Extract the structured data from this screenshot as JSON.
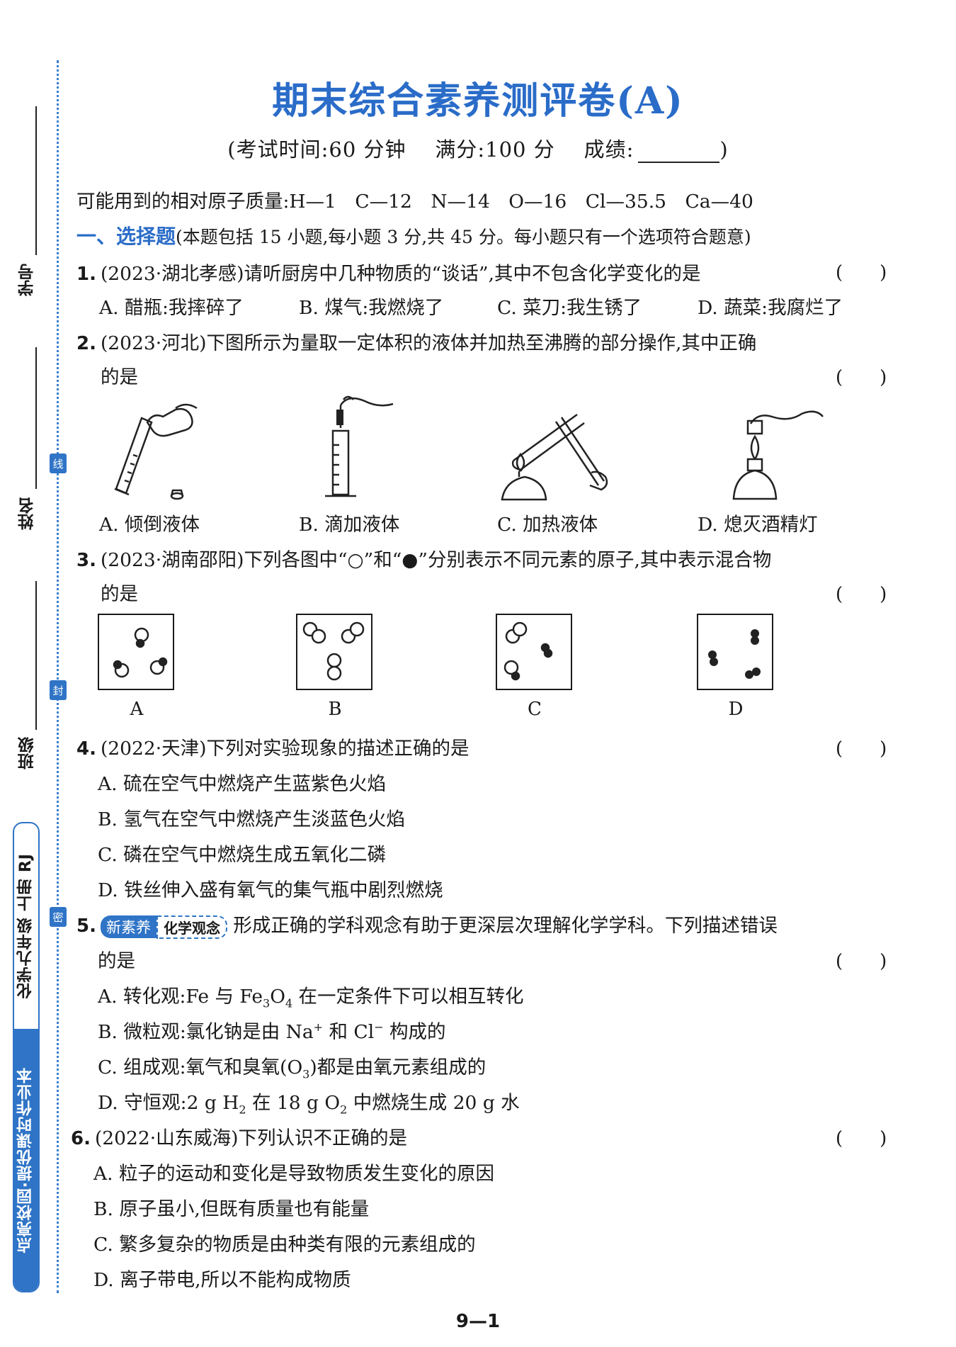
{
  "title": "期末综合素养测评卷(A)",
  "subtitle": {
    "time": "(考试时间:60 分钟",
    "score": "满分:100 分",
    "grade": "成绩:",
    "close": ")"
  },
  "atomic_mass": "可能用到的相对原子质量:H—1　C—12　N—14　O—16　Cl—35.5　Ca—40",
  "section1": {
    "title": "一、选择题",
    "note": "(本题包括 15 小题,每小题 3 分,共 45 分。每小题只有一个选项符合题意)"
  },
  "side": {
    "xuehao": "学号",
    "xingming": "姓名",
    "banji": "班级",
    "xian": "线",
    "feng": "封",
    "mi": "密",
    "spine_top": "化学九年级 上册 RJ",
    "spine_bottom": "点亮校园·提优课时作业本"
  },
  "answer_paren": "(　　)",
  "q1": {
    "num": "1.",
    "stem": "(2023·湖北孝感)请听厨房中几种物质的“谈话”,其中不包含化学变化的是",
    "A": "A. 醋瓶:我摔碎了",
    "B": "B. 煤气:我燃烧了",
    "C": "C. 菜刀:我生锈了",
    "D": "D. 蔬菜:我腐烂了"
  },
  "q2": {
    "num": "2.",
    "stem1": "(2023·河北)下图所示为量取一定体积的液体并加热至沸腾的部分操作,其中正确",
    "stem2": "的是",
    "A": "A. 倾倒液体",
    "B": "B. 滴加液体",
    "C": "C. 加热液体",
    "D": "D. 熄灭酒精灯"
  },
  "q3": {
    "num": "3.",
    "stem1": "(2023·湖南邵阳)下列各图中“○”和“●”分别表示不同元素的原子,其中表示混合物",
    "stem2": "的是",
    "A": "A",
    "B": "B",
    "C": "C",
    "D": "D"
  },
  "q4": {
    "num": "4.",
    "stem": "(2022·天津)下列对实验现象的描述正确的是",
    "A": "A. 硫在空气中燃烧产生蓝紫色火焰",
    "B": "B. 氢气在空气中燃烧产生淡蓝色火焰",
    "C": "C. 磷在空气中燃烧生成五氧化二磷",
    "D": "D. 铁丝伸入盛有氧气的集气瓶中剧烈燃烧"
  },
  "q5": {
    "num": "5.",
    "badge1": "新素养",
    "badge2": "化学观念",
    "stem1": "形成正确的学科观念有助于更深层次理解化学学科。下列描述错误",
    "stem2": "的是",
    "A_pre": "A. 转化观:Fe 与 Fe",
    "A_s1": "3",
    "A_mid": "O",
    "A_s2": "4",
    "A_post": " 在一定条件下可以相互转化",
    "B_pre": "B. 微粒观:氯化钠是由 Na",
    "B_sup1": "+",
    "B_mid": " 和 Cl",
    "B_sup2": "−",
    "B_post": " 构成的",
    "C_pre": "C. 组成观:氧气和臭氧(O",
    "C_sub": "3",
    "C_post": ")都是由氧元素组成的",
    "D_pre": "D. 守恒观:2 g H",
    "D_s1": "2",
    "D_mid": " 在 18 g O",
    "D_s2": "2",
    "D_post": " 中燃烧生成 20 g 水"
  },
  "q6": {
    "num": "6.",
    "stem": "(2022·山东威海)下列认识不正确的是",
    "A": "A. 粒子的运动和变化是导致物质发生变化的原因",
    "B": "B. 原子虽小,但既有质量也有能量",
    "C": "C. 繁多复杂的物质是由种类有限的元素组成的",
    "D": "D. 离子带电,所以不能构成物质"
  },
  "footer": "9—1"
}
